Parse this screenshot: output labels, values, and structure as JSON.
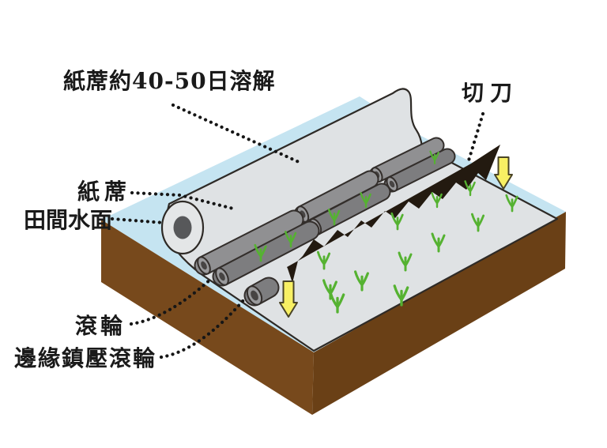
{
  "labels": {
    "note": "紙蓆約40-50日溶解",
    "cutter": "切刀",
    "paper_mat": "紙蓆",
    "field_water": "田間水面",
    "roller": "滾輪",
    "edge_roller": "邊緣鎮壓滾輪"
  },
  "colors": {
    "background": "#ffffff",
    "water": "#c5e4f1",
    "paper": "#dfe2e4",
    "paper_roll": "#e4e6e7",
    "roll_core": "#57585a",
    "soil_left": "#77491c",
    "soil_right": "#6a4016",
    "roller_body": "#909092",
    "roller_body_dark": "#7d7d7f",
    "roller_cap": "#9a9a9c",
    "roller_cap_hole": "#474443",
    "blade": "#231a10",
    "arrow_fill": "#f8f063",
    "seedling": "#55b231",
    "outline": "#2e2a26",
    "label_text": "#1a1a1a"
  }
}
